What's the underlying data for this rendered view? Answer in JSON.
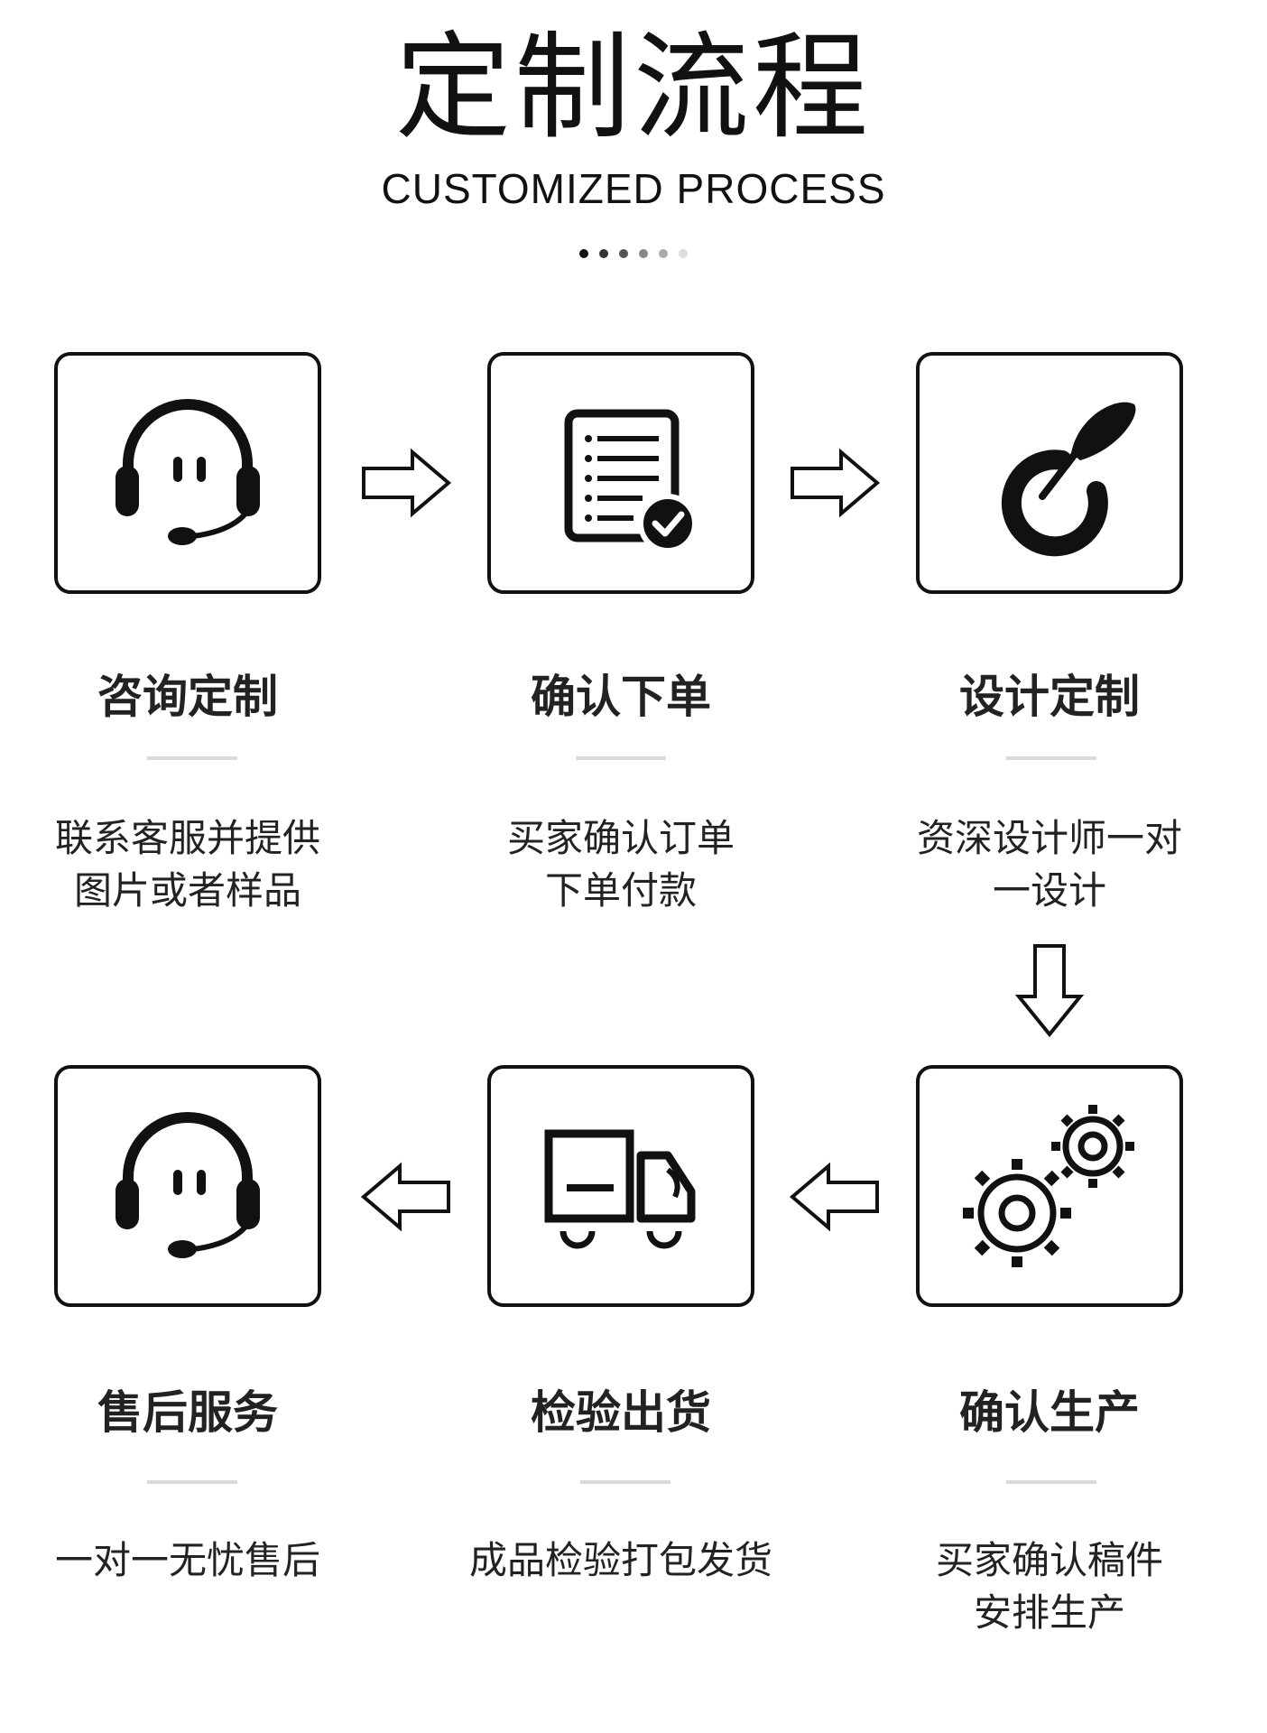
{
  "header": {
    "title": "定制流程",
    "subtitle": "CUSTOMIZED PROCESS",
    "dot_colors": [
      "#111111",
      "#333333",
      "#555555",
      "#888888",
      "#aaaaaa",
      "#dddddd"
    ]
  },
  "steps": [
    {
      "title": "咨询定制",
      "desc_line1": "联系客服并提供",
      "desc_line2": "图片或者样品",
      "icon": "headset-icon"
    },
    {
      "title": "确认下单",
      "desc_line1": "买家确认订单",
      "desc_line2": "下单付款",
      "icon": "order-checklist-icon"
    },
    {
      "title": "设计定制",
      "desc_line1": "资深设计师一对",
      "desc_line2": "一设计",
      "icon": "design-brush-icon"
    },
    {
      "title": "确认生产",
      "desc_line1": "买家确认稿件",
      "desc_line2": "安排生产",
      "icon": "gears-icon"
    },
    {
      "title": "检验出货",
      "desc_line1": "成品检验打包发货",
      "desc_line2": "",
      "icon": "delivery-truck-icon"
    },
    {
      "title": "售后服务",
      "desc_line1": "一对一无忧售后",
      "desc_line2": "",
      "icon": "headset-icon"
    }
  ],
  "colors": {
    "text": "#111111",
    "divider": "#d9d9d9"
  }
}
